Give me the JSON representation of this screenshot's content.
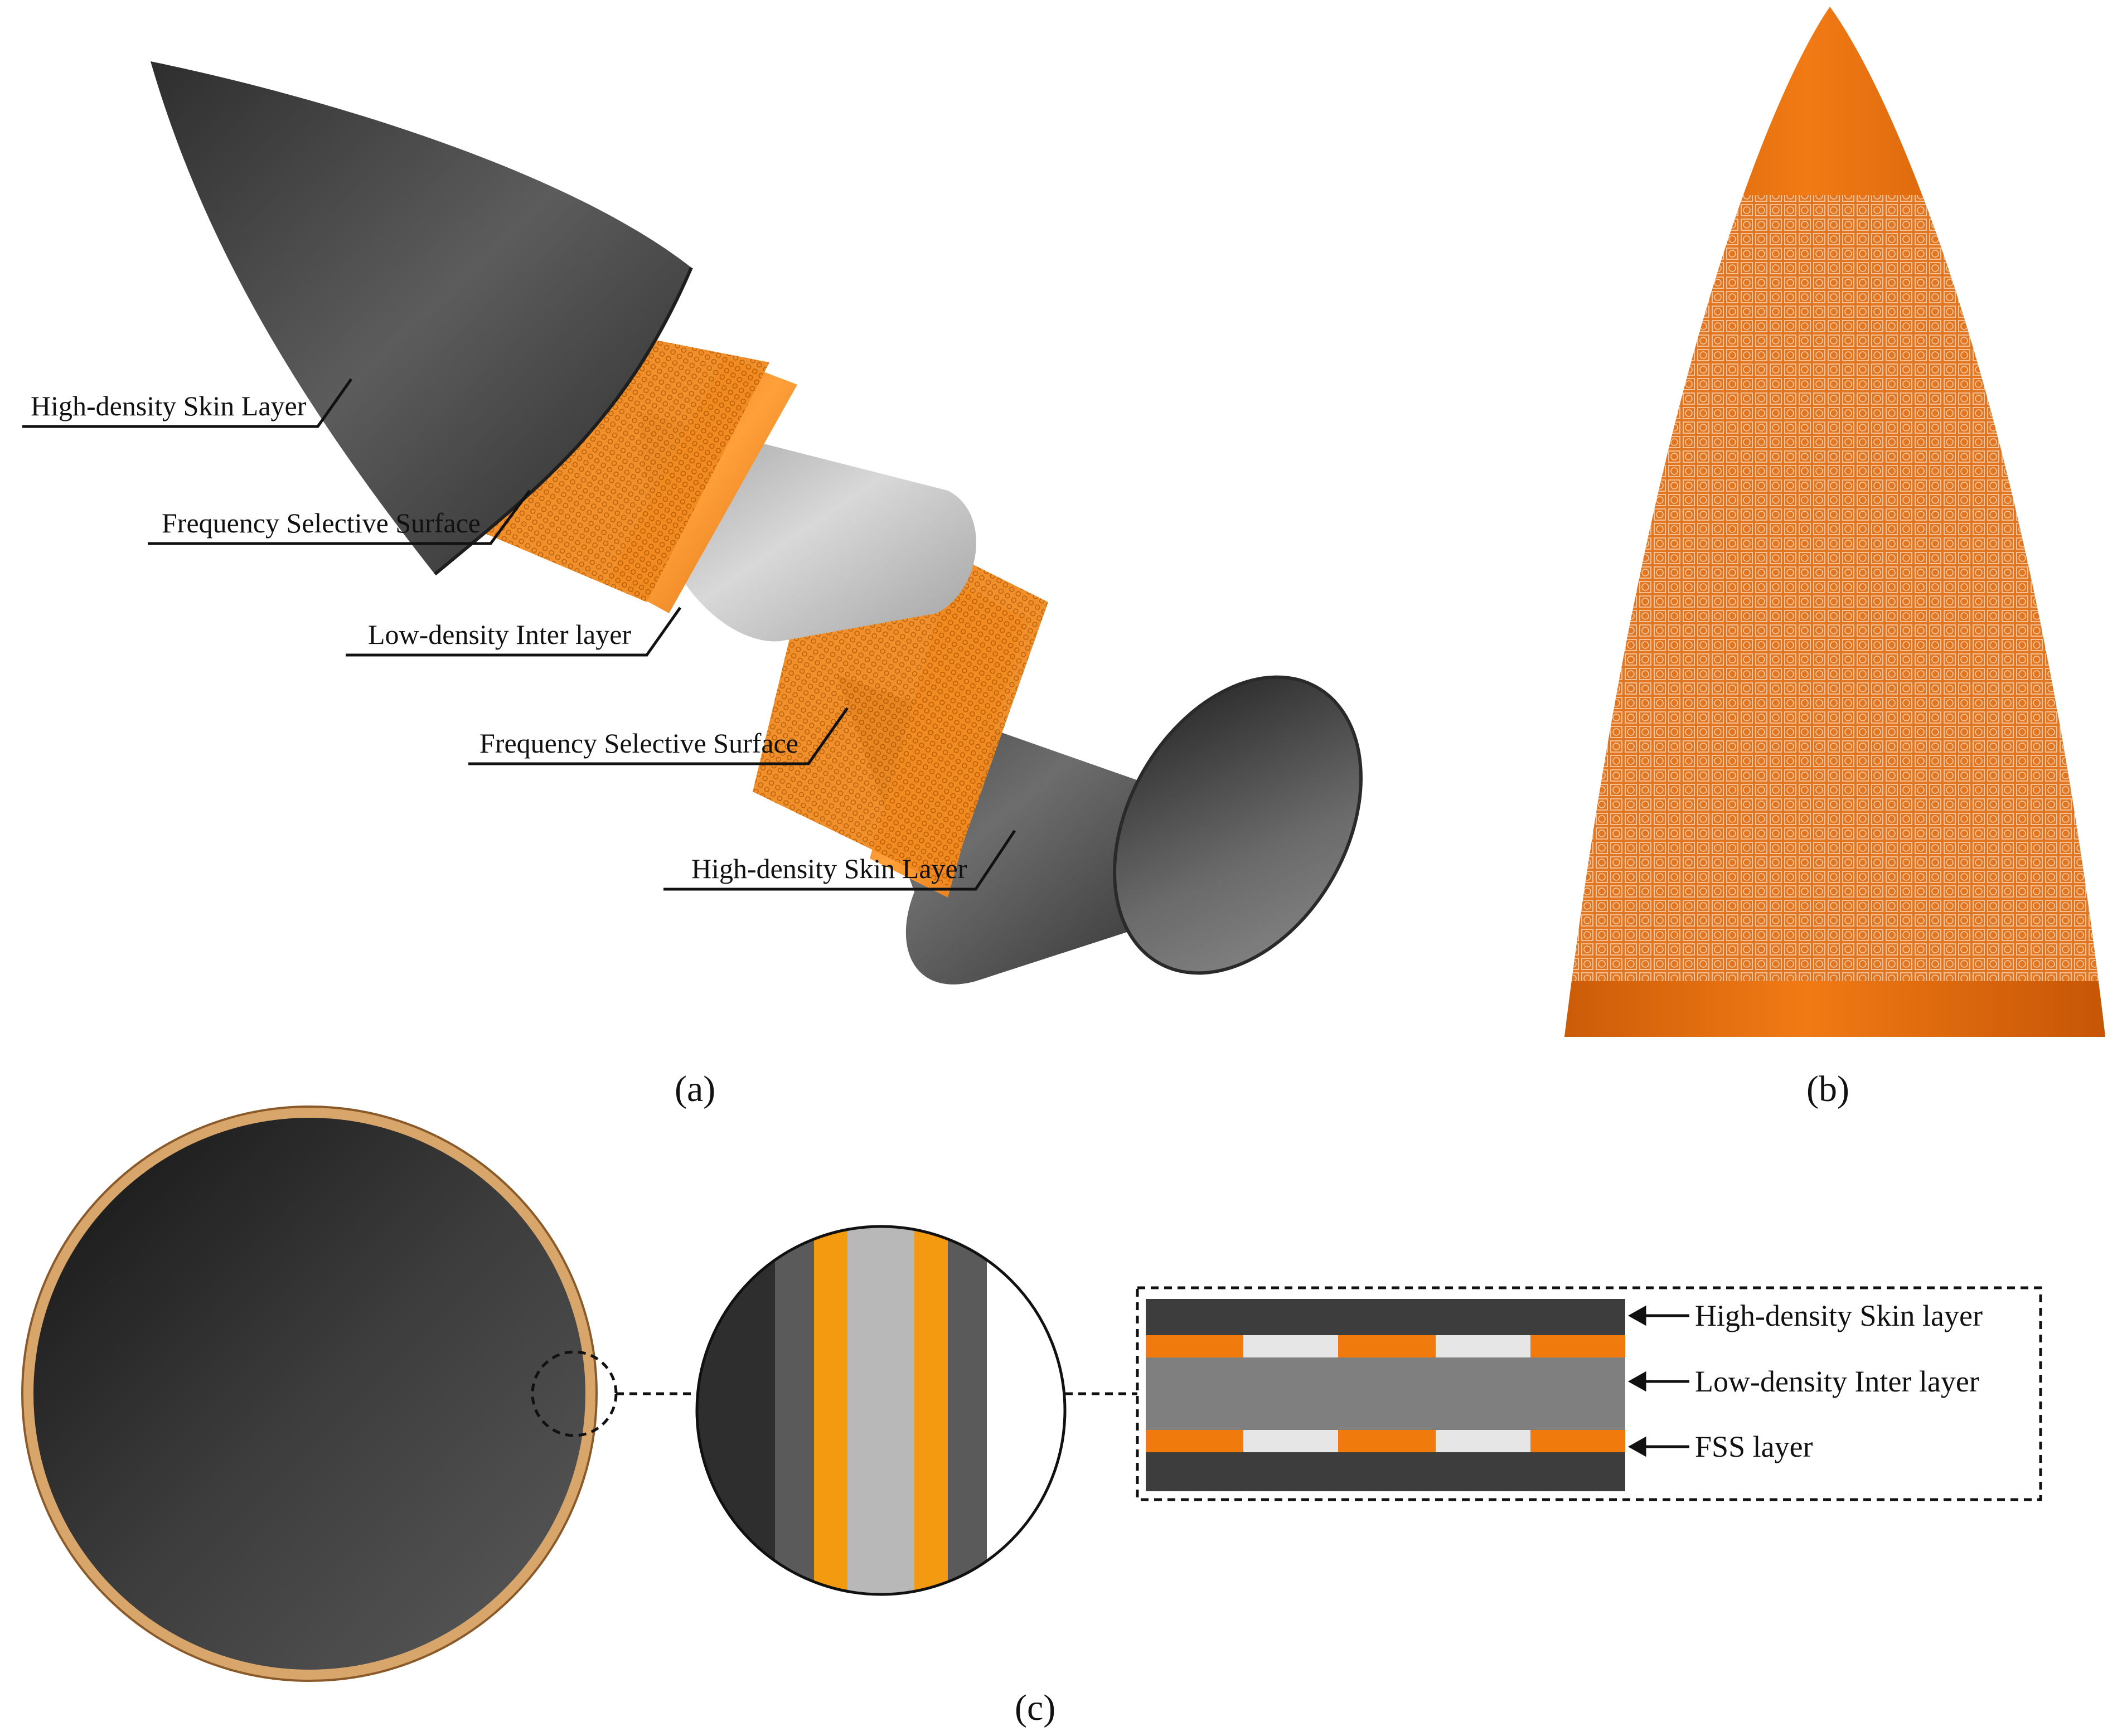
{
  "panel_a": {
    "caption": "(a)",
    "labels": [
      "High-density Skin Layer",
      "Frequency Selective Surface",
      "Low-density Inter layer",
      "Frequency Selective Surface",
      "High-density Skin Layer"
    ]
  },
  "panel_b": {
    "caption": "(b)"
  },
  "panel_c": {
    "caption": "(c)",
    "layer_labels": [
      "High-density Skin layer",
      "Low-density Inter layer",
      "FSS layer"
    ]
  },
  "colors": {
    "skin_dark": "#3a3a3a",
    "fss_orange": "#f07a0c",
    "inter_gray": "#b4b4b4",
    "section_gray": "#7f7f7f",
    "gap_white": "#e6e6e6"
  }
}
